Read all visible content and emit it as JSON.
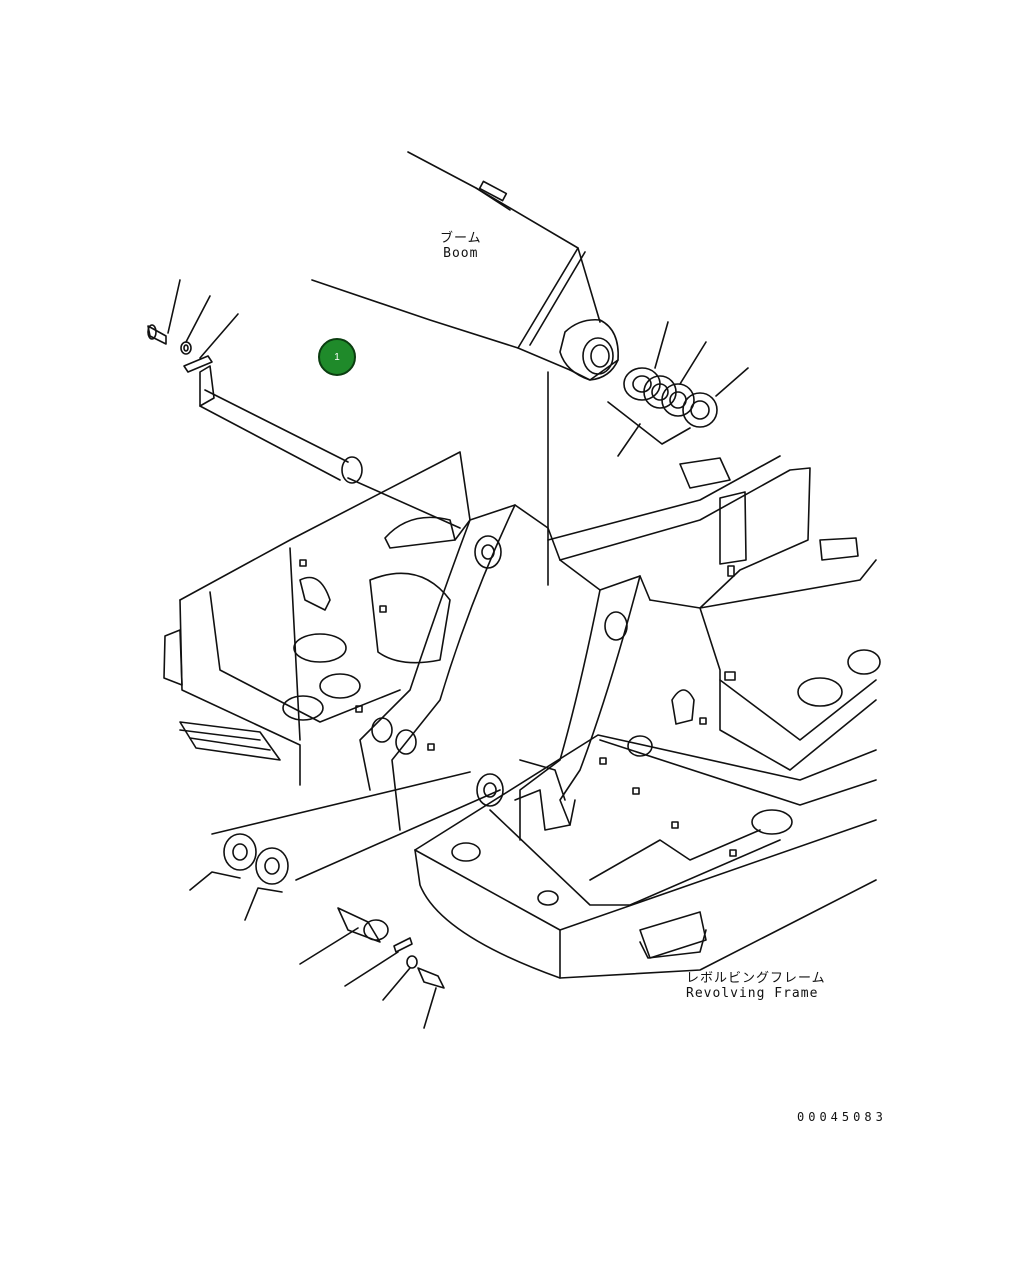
{
  "labels": {
    "boom_jp": "ブーム",
    "boom_en": "Boom",
    "frame_jp": "レボルビングフレーム",
    "frame_en": "Revolving Frame"
  },
  "drawing_number": "00045083",
  "callouts": [
    {
      "number": "1",
      "color": "#1f8a2a"
    }
  ]
}
